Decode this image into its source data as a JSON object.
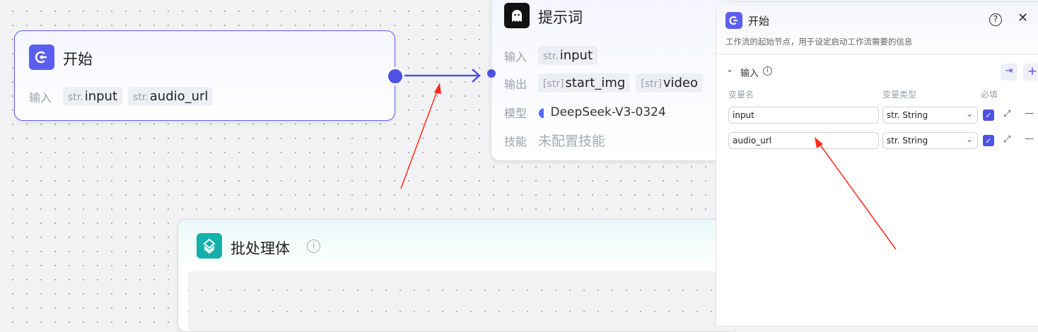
{
  "start_node": {
    "title": "开始",
    "input_label": "输入",
    "inputs": [
      {
        "type": "str.",
        "name": "input"
      },
      {
        "type": "str.",
        "name": "audio_url"
      }
    ]
  },
  "prompt_node": {
    "title": "提示词",
    "input_label": "输入",
    "output_label": "输出",
    "model_label": "模型",
    "skill_label": "技能",
    "inputs": [
      {
        "type": "str.",
        "name": "input"
      }
    ],
    "outputs": [
      {
        "type": "[str]",
        "name": "start_img"
      },
      {
        "type": "[str]",
        "name": "video"
      }
    ],
    "model": "DeepSeek-V3-0324",
    "skill": "未配置技能"
  },
  "batch_node": {
    "title": "批处理体"
  },
  "panel": {
    "title": "开始",
    "description": "工作流的起始节点，用于设定启动工作流需要的信息",
    "section": "输入",
    "col_name": "变量名",
    "col_type": "变量类型",
    "col_required": "必填",
    "vars": [
      {
        "name": "input",
        "type": "str. String",
        "required": true
      },
      {
        "name": "audio_url",
        "type": "str. String",
        "required": true
      }
    ]
  },
  "colors": {
    "accent": "#4f52e0",
    "annotation": "#ff2a1a",
    "batch": "#14b0aa"
  }
}
